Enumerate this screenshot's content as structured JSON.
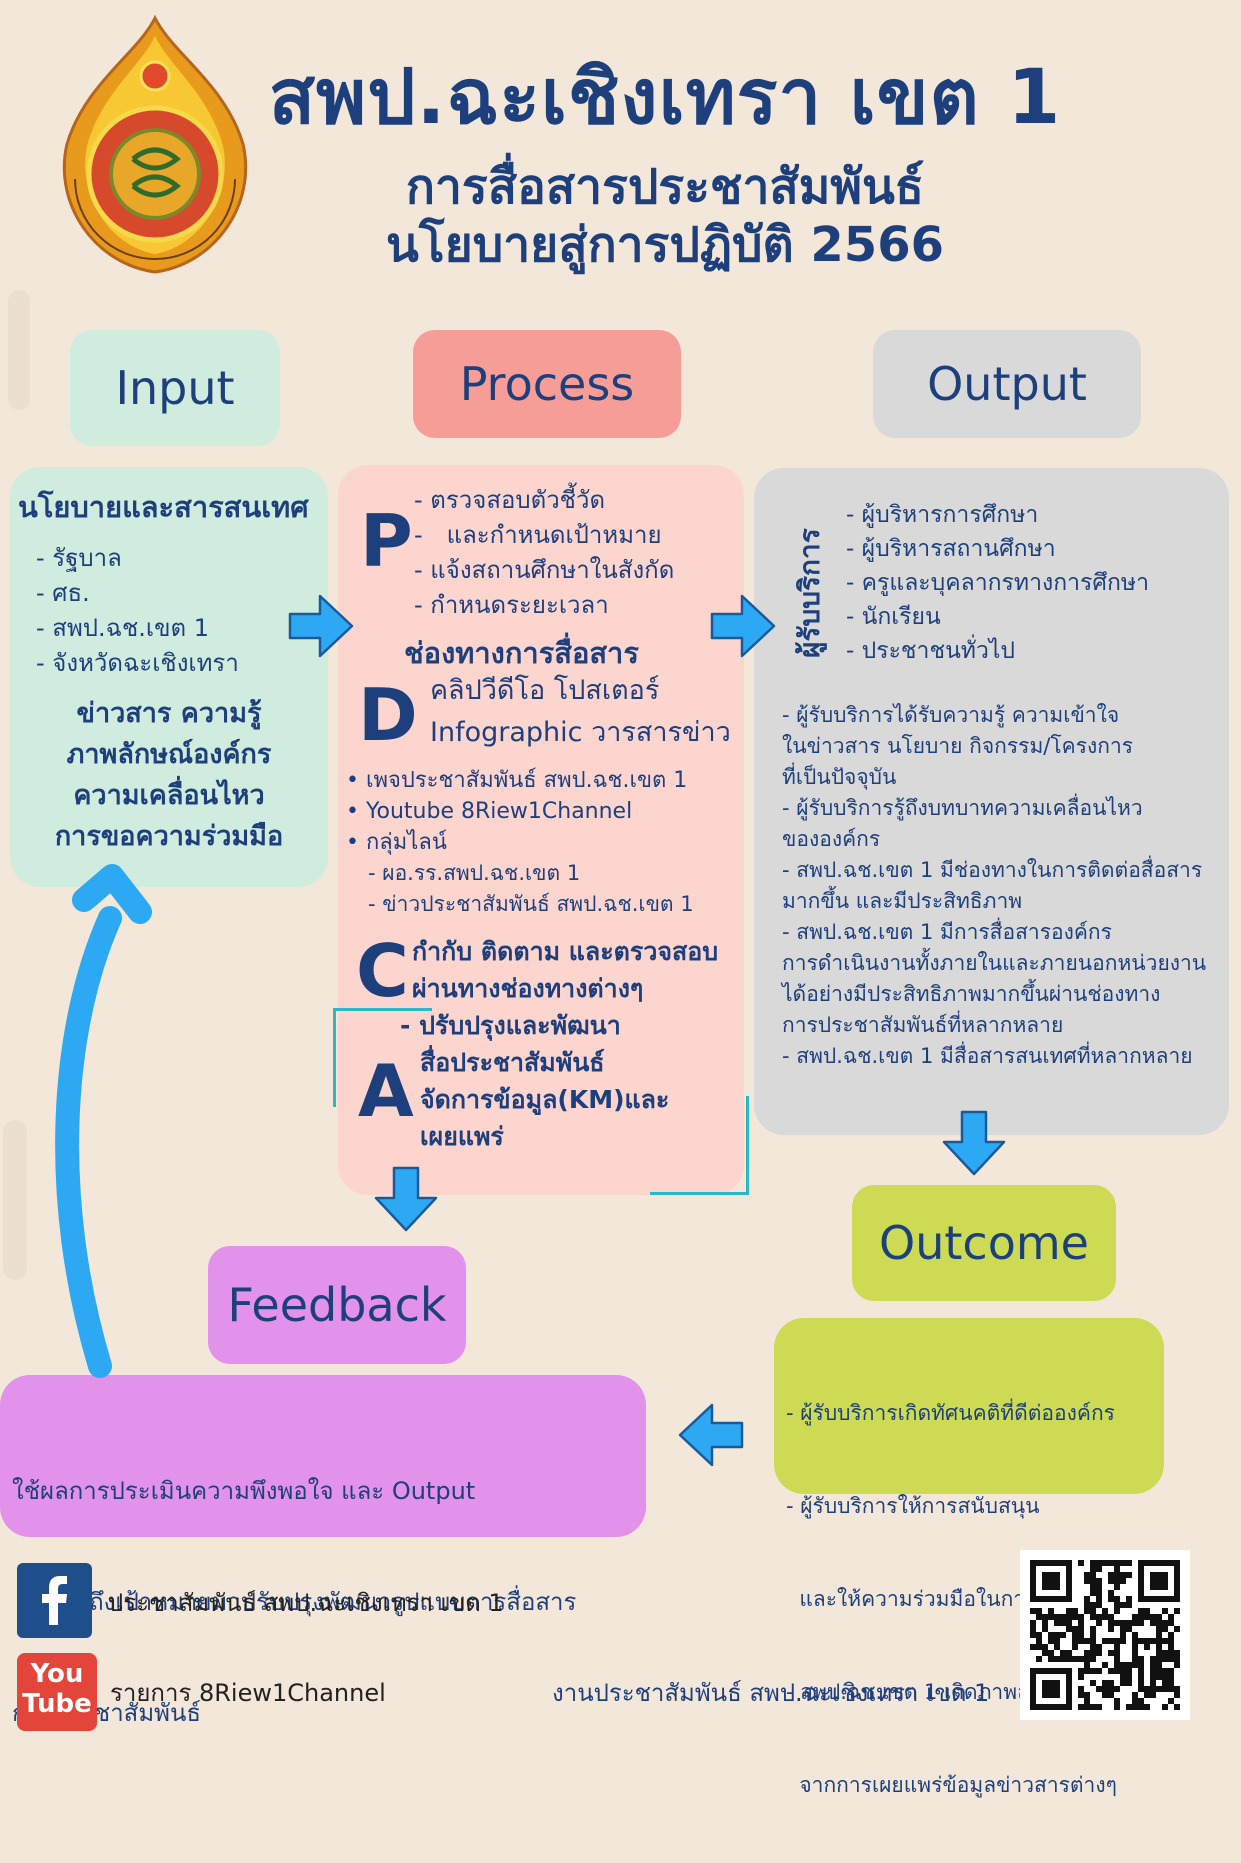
{
  "header": {
    "title": "สพป.ฉะเชิงเทรา เขต 1",
    "subtitle1": "การสื่อสารประชาสัมพันธ์",
    "subtitle2": "นโยบายสู่การปฏิบัติ 2566"
  },
  "colors": {
    "background": "#f3e7da",
    "input": "#cfecdf",
    "process_label": "#f79d97",
    "process_box": "#fdd5cf",
    "output": "#d9d9d9",
    "outcome": "#cddb54",
    "feedback": "#e292ea",
    "arrow": "#2da9f3",
    "text": "#1d3f7c"
  },
  "labels": {
    "input": "Input",
    "process": "Process",
    "output": "Output",
    "outcome": "Outcome",
    "feedback": "Feedback"
  },
  "input_box": {
    "heading": "นโยบายและสารสนเทศ",
    "items": [
      "รัฐบาล",
      "ศธ.",
      "สพป.ฉช.เขต 1",
      "จังหวัดฉะเชิงเทรา"
    ],
    "lines": [
      "ข่าวสาร ความรู้",
      "ภาพลักษณ์องค์กร",
      "ความเคลื่อนไหว",
      "การขอความร่วมมือ"
    ]
  },
  "process_box": {
    "p_letter": "P",
    "p_items": [
      "ตรวจสอบตัวชี้วัด",
      "และกำหนดเป้าหมาย",
      "แจ้งสถานศึกษาในสังกัด",
      "กำหนดระยะเวลา"
    ],
    "channel_heading": "ช่องทางการสื่อสาร",
    "d_letter": "D",
    "d_lines": [
      "คลิปวีดีโอ โปสเตอร์",
      "Infographic วารสารข่าว"
    ],
    "bullets": [
      "เพจประชาสัมพันธ์ สพป.ฉช.เขต 1",
      "Youtube 8Riew1Channel",
      "กลุ่มไลน์"
    ],
    "line_groups": [
      "ผอ.รร.สพป.ฉช.เขต 1",
      "ข่าวประชาสัมพันธ์ สพป.ฉช.เขต 1"
    ],
    "c_letter": "C",
    "c_lines": [
      "กำกับ ติดตาม และตรวจสอบ",
      "ผ่านทางช่องทางต่างๆ"
    ],
    "a_letter": "A",
    "a_lines": [
      "- ปรับปรุงและพัฒนา",
      "สื่อประชาสัมพันธ์",
      "จัดการข้อมูล(KM)และ",
      "เผยแพร่"
    ]
  },
  "output_box": {
    "vertical_label": "ผู้รับบริการ",
    "recipients": [
      "ผู้บริหารการศึกษา",
      "ผู้บริหารสถานศึกษา",
      "ครูและบุคลากรทางการศึกษา",
      "นักเรียน",
      "ประชาชนทั่วไป"
    ],
    "results": [
      "- ผู้รับบริการได้รับความรู้ ความเข้าใจ",
      "ในข่าวสาร นโยบาย กิจกรรม/โครงการ",
      "ที่เป็นปัจจุบัน",
      "- ผู้รับบริการรู้ถึงบทบาทความเคลื่อนไหว",
      "ขององค์กร",
      "- สพป.ฉช.เขต 1 มีช่องทางในการติดต่อสื่อสาร",
      "มากขึ้น และมีประสิทธิภาพ",
      "- สพป.ฉช.เขต 1 มีการสื่อสารองค์กร",
      "การดำเนินงานทั้งภายในและภายนอกหน่วยงาน",
      "ได้อย่างมีประสิทธิภาพมากขึ้นผ่านช่องทาง",
      "การประชาสัมพันธ์ที่หลากหลาย",
      "- สพป.ฉช.เขต 1 มีสื่อสารสนเทศที่หลากหลาย"
    ]
  },
  "outcome_box": {
    "lines": [
      "- ผู้รับบริการเกิดทัศนคติที่ดีต่อองค์กร",
      "- ผู้รับบริการให้การสนับสนุน",
      "  และให้ความร่วมมือในการดำเนินงาน",
      "- สพป.ฉช.เขต 1 เกิดภาพลักษณ์ที่ดี",
      "  จากการเผยแพร่ข้อมูลข่าวสารต่างๆ"
    ]
  },
  "feedback_box": {
    "lines": [
      "ใช้ผลการประเมินความพึงพอใจ และ Output",
      " ที่ยังไม่ถึงเป้าหมายมาปรับปรุงพัฒนารูปแบบการสื่อสาร",
      "การประชาสัมพันธ์"
    ]
  },
  "footer": {
    "facebook_text": "ประชาสัมพันธ์ สพป.ฉะเชิงเทรา เขต 1",
    "youtube_text": "รายการ 8Riew1Channel",
    "youtube_logo_line1": "You",
    "youtube_logo_line2": "Tube",
    "credit": "งานประชาสัมพันธ์ สพป.ฉะเชิงเทรา เขต 1"
  },
  "icons": [
    "emblem-logo",
    "facebook-icon",
    "youtube-icon",
    "qr-code",
    "arrow-icon"
  ]
}
